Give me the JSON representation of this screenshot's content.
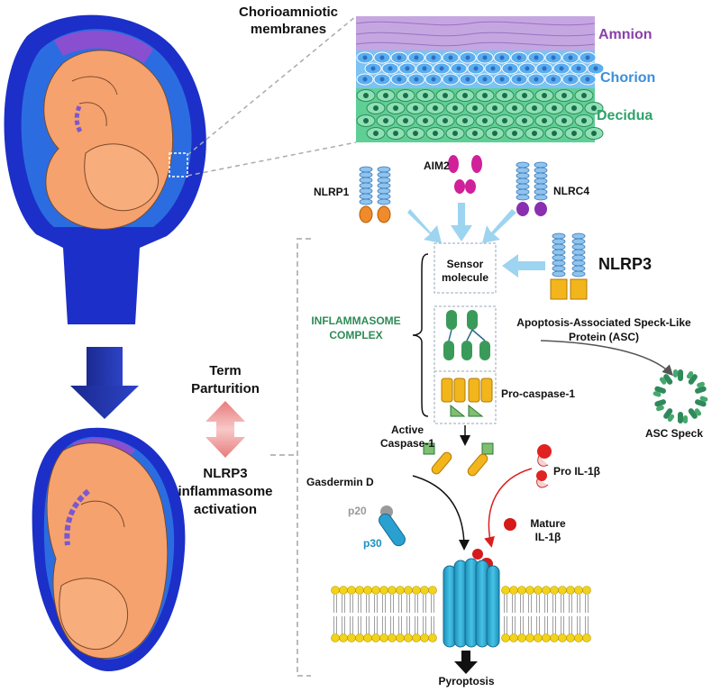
{
  "membranes": {
    "title_line1": "Chorioamniotic",
    "title_line2": "membranes",
    "layers": [
      {
        "name": "Amnion",
        "color": "#8b3fa8"
      },
      {
        "name": "Chorion",
        "color": "#3b8fdc"
      },
      {
        "name": "Decidua",
        "color": "#2ea36a"
      }
    ]
  },
  "sensors": {
    "nlrp1": "NLRP1",
    "aim2": "AIM2",
    "nlrc4": "NLRC4",
    "nlrp3": "NLRP3"
  },
  "complex": {
    "label_line1": "INFLAMMASOME",
    "label_line2": "COMPLEX",
    "sensor_line1": "Sensor",
    "sensor_line2": "molecule",
    "asc_line1": "Apoptosis-Associated Speck-Like",
    "asc_line2": "Protein (ASC)",
    "procaspase": "Pro-caspase-1",
    "asc_speck": "ASC Speck"
  },
  "caspase": {
    "line1": "Active",
    "line2": "Caspase-1"
  },
  "gasdermin": {
    "label": "Gasdermin D",
    "p20": "p20",
    "p30": "p30"
  },
  "il1b": {
    "pro": "Pro IL-1β",
    "mature_line1": "Mature",
    "mature_line2": "IL-1β"
  },
  "outcome": "Pyroptosis",
  "left_text": {
    "term_line1": "Term",
    "term_line2": "Parturition",
    "act_line1": "NLRP3",
    "act_line2": "inflammasome",
    "act_line3": "activation"
  },
  "colors": {
    "skin": "#f6a26e",
    "uterus": "#1c2fc9",
    "amnion": "#8b3fa8",
    "chorion": "#3b8fdc",
    "decidua": "#2ea36a",
    "complex_label": "#2e8b57",
    "p30": "#1e8fc0"
  }
}
